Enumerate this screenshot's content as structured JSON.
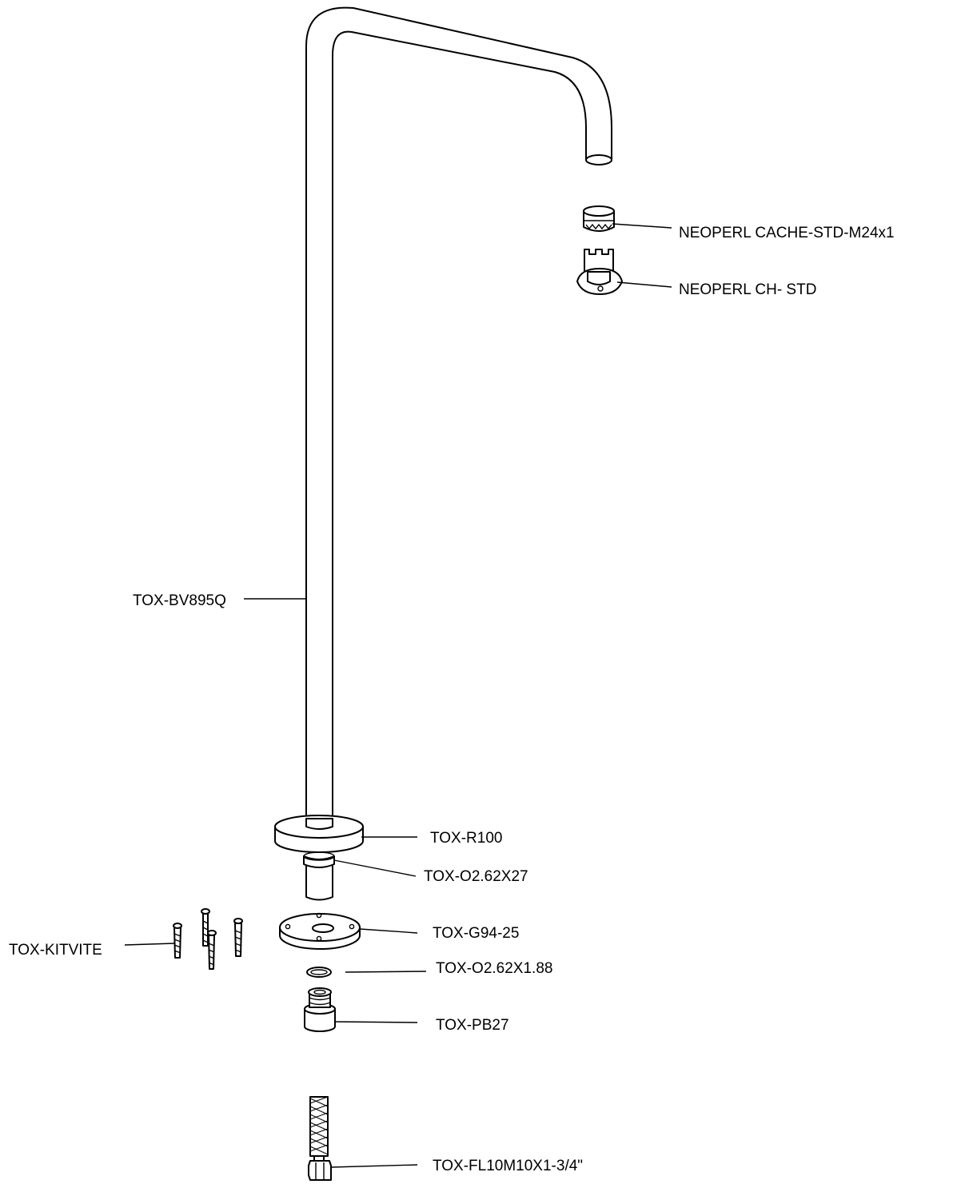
{
  "parts": {
    "aerator": "NEOPERL CACHE-STD-M24x1",
    "aerator_key": "NEOPERL CH- STD",
    "spout": "TOX-BV895Q",
    "rosette": "TOX-R100",
    "oring_upper": "TOX-O2.62X27",
    "base_plate": "TOX-G94-25",
    "screw_kit": "TOX-KITVITE",
    "oring_lower": "TOX-O2.62X1.88",
    "pipe_bushing": "TOX-PB27",
    "flex_hose": "TOX-FL10M10X1-3/4\""
  },
  "colors": {
    "line": "#000000",
    "background": "#ffffff",
    "shade": "#e9e9e9"
  }
}
